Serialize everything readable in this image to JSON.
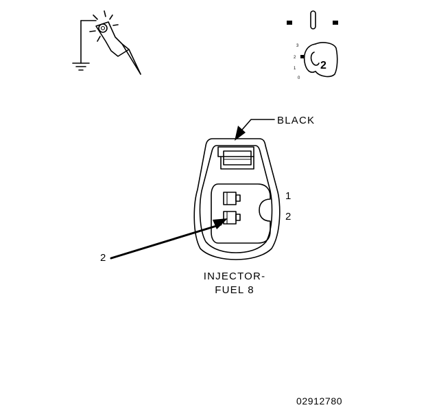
{
  "labels": {
    "wire_color": "BLACK",
    "pin_1": "1",
    "pin_2": "2",
    "callout_pin": "2",
    "component_line1": "INJECTOR-",
    "component_line2": "FUEL 8",
    "figure_number": "02912780"
  },
  "key_switch": {
    "positions": [
      "3",
      "2",
      "1",
      "0"
    ],
    "active_position": "2"
  },
  "icons": {
    "probe": "test-probe-ground-icon",
    "ignition": "ignition-key-switch-icon",
    "connector": "two-pin-connector-diagram"
  }
}
